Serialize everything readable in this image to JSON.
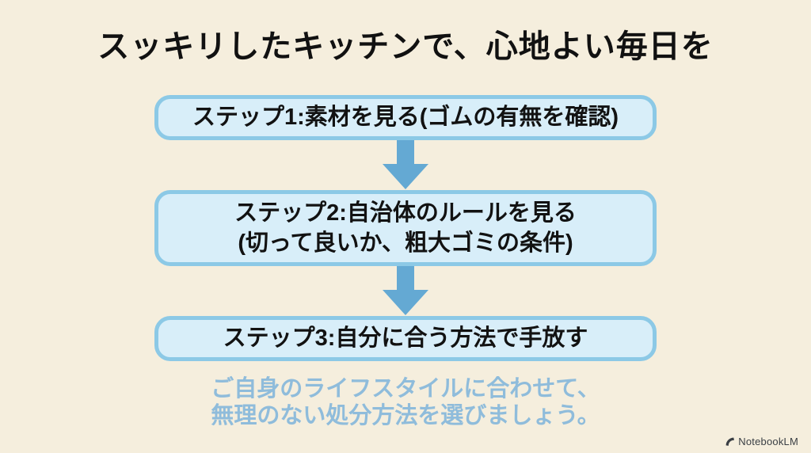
{
  "title": "スッキリしたキッチンで、心地よい毎日を",
  "steps": [
    {
      "lines": [
        "ステップ1:素材を見る(ゴムの有無を確認)"
      ]
    },
    {
      "lines": [
        "ステップ2:自治体のルールを見る",
        "(切って良いか、粗大ゴミの条件)"
      ]
    },
    {
      "lines": [
        "ステップ3:自分に合う方法で手放す"
      ]
    }
  ],
  "footer": {
    "lines": [
      "ご自身のライフスタイルに合わせて、",
      "無理のない処分方法を選びましょう。"
    ]
  },
  "watermark": {
    "label": "NotebookLM",
    "icon": "notebooklm-logo"
  },
  "colors": {
    "background": "#f5eedd",
    "box_fill": "#d8eef9",
    "box_border": "#8cc9e6",
    "arrow": "#64a9d3",
    "footer_text": "#8fbcdb",
    "title_text": "#111111",
    "watermark_text": "#3a3f44"
  }
}
